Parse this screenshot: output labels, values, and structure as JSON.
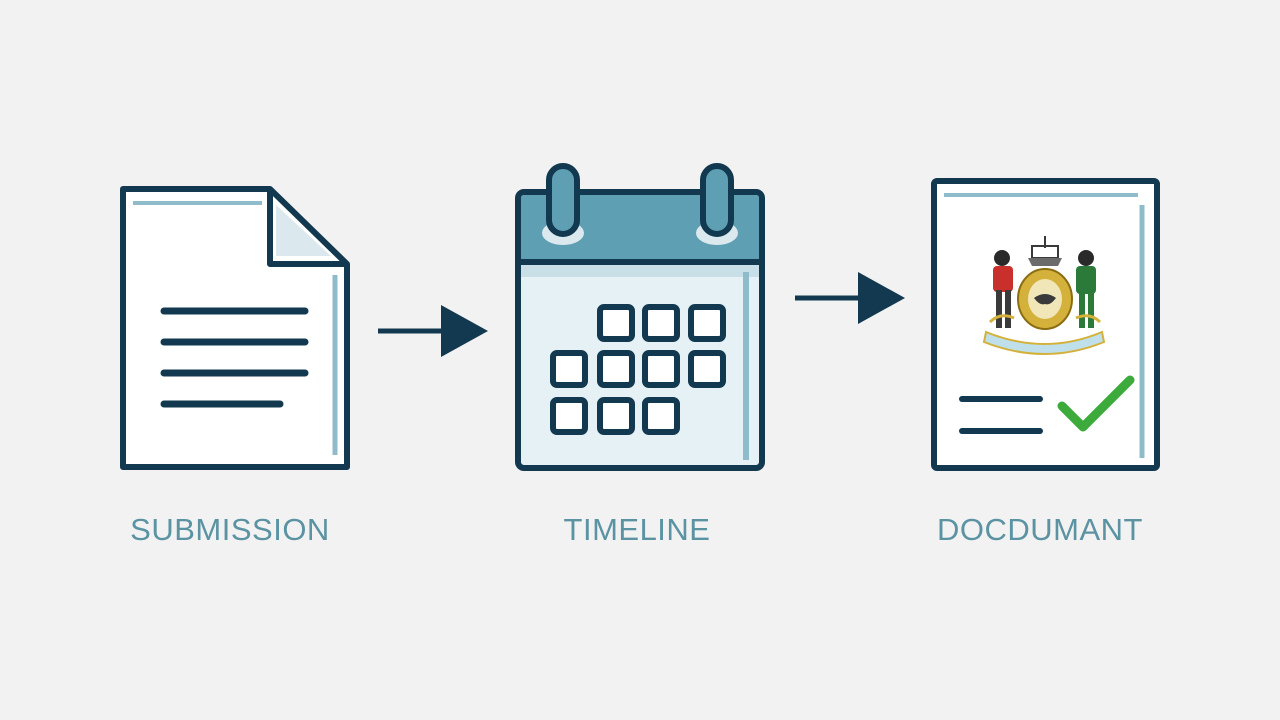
{
  "colors": {
    "background": "#f2f2f2",
    "outline": "#12394f",
    "fill_light": "#ffffff",
    "accent_blue": "#5f9fb4",
    "calendar_body": "#e6f1f6",
    "label_text": "#5b93a3",
    "check_green": "#3cab3c",
    "seal_red": "#c9302c",
    "seal_green": "#2c7a3a",
    "seal_gold": "#d4b13a"
  },
  "steps": [
    {
      "id": "submission",
      "label": "SUBMISSION",
      "icon": "document-icon"
    },
    {
      "id": "timeline",
      "label": "TIMELINE",
      "icon": "calendar-icon"
    },
    {
      "id": "document",
      "label": "DOCDUMANT",
      "icon": "certified-document-icon"
    }
  ],
  "connectors": [
    {
      "from": "submission",
      "to": "timeline",
      "icon": "arrow-right-icon"
    },
    {
      "from": "timeline",
      "to": "document",
      "icon": "arrow-right-icon"
    }
  ]
}
